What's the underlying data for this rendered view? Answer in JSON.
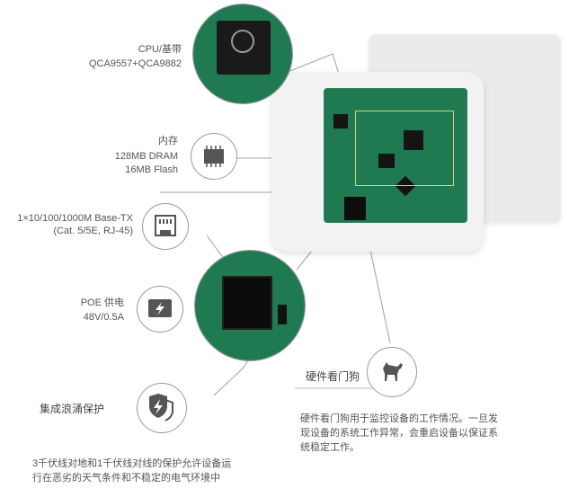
{
  "cpu": {
    "title": "CPU/基带",
    "model": "QCA9557+QCA9882"
  },
  "memory": {
    "title": "内存",
    "dram": "128MB DRAM",
    "flash": "16MB Flash"
  },
  "ethernet": {
    "line1": "1×10/100/1000M Base-TX",
    "line2": "(Cat. 5/5E, RJ-45)"
  },
  "poe": {
    "title": "POE 供电",
    "spec": "48V/0.5A"
  },
  "surge": {
    "title": "集成浪涌保护",
    "line1": "3千伏线对地和1千伏线对线的保护允许设备运",
    "line2": "行在恶劣的天气条件和不稳定的电气环境中"
  },
  "watchdog": {
    "title": "硬件看门狗",
    "line1": "硬件看门狗用于监控设备的工作情况。一旦发",
    "line2": "现设备的系统工作异常，会重启设备以保证系",
    "line3": "统稳定工作。"
  },
  "colors": {
    "pcb": "#1f7a52",
    "line": "#9a9a9a",
    "icon_bg": "#555555"
  }
}
